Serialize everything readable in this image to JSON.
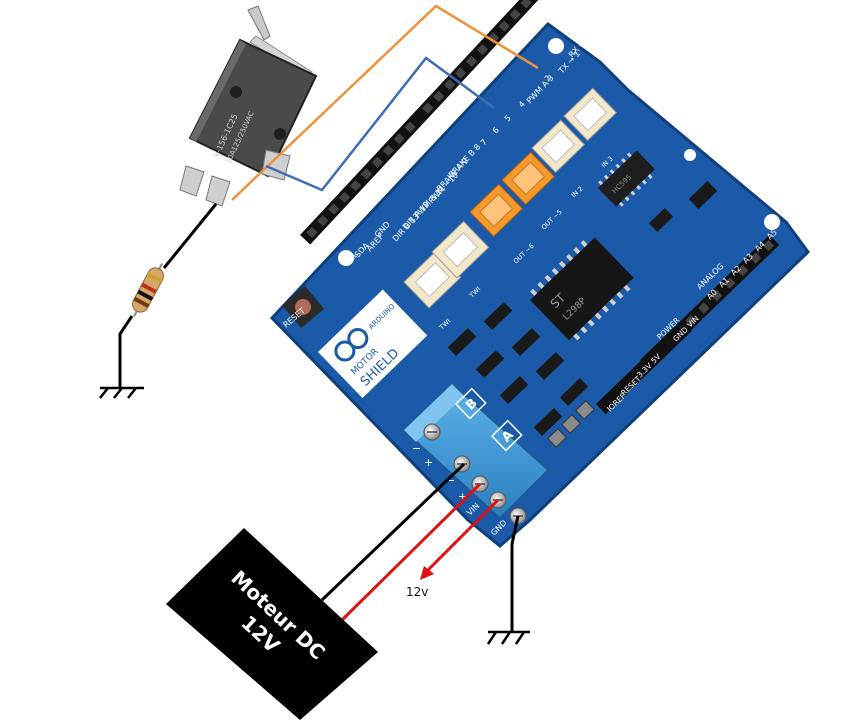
{
  "colors": {
    "board_blue": "#1a5aa8",
    "board_edge": "#0f3f7e",
    "wire_orange": "#f0923c",
    "wire_blue": "#3e6db5",
    "wire_black": "#000000",
    "wire_red": "#e01010",
    "terminal_blue": "#3a95d6",
    "connector_orange": "#f59a2a",
    "connector_cream": "#f2e7c9",
    "switch_body": "#4a4a4a",
    "resistor_body": "#d8a66a"
  },
  "microswitch": {
    "marking_line1": "V-156-1C25",
    "marking_line2": "10A125/250VAC"
  },
  "shield": {
    "logo_text": "ARDUINO",
    "title_line1": "MOTOR",
    "title_line2": "SHIELD",
    "reset_label": "RESET",
    "pin_labels": {
      "rx": "RX ← 0",
      "tx": "TX → 1",
      "d2": "2",
      "pwm3": "PWM A 3",
      "d4": "4",
      "d5": "5",
      "d6": "6",
      "d7": "7",
      "brake_b": "BRAKE B 8",
      "brake_a": "BRAKE A 9",
      "pwm10": "PWM ~10",
      "pwm11": "PWM B 11",
      "dir_a": "DIR A 12",
      "dir_b": "DIR B 13",
      "gnd": "GND",
      "aref": "AREF",
      "sda": "SDA",
      "scl": "SCL"
    },
    "connector_labels": {
      "out5": "OUT ~5",
      "out6": "OUT ~6",
      "in2": "IN 2",
      "in3": "IN 3",
      "twi1": "TWI",
      "twi2": "TWI"
    },
    "analog_labels": {
      "title": "ANALOG",
      "a0": "A0",
      "a1": "A1",
      "a2": "A2",
      "a3": "A3",
      "a4": "A4",
      "a5": "A5"
    },
    "power_labels": {
      "title": "POWER",
      "vin": "VIN",
      "gnd": "GND",
      "v5": "5V",
      "v33": "3.3V",
      "reset": "RESET",
      "ioref": "IOREF"
    },
    "chip_lines": [
      "ST",
      "L298P"
    ],
    "ic_small_text": "HC595",
    "channel_b": "B",
    "channel_a": "A",
    "terminal_labels": {
      "minus_b": "−",
      "plus_b": "+",
      "minus_a": "−",
      "plus_a": "+",
      "vin": "VIN",
      "gnd": "GND"
    }
  },
  "motor": {
    "line1": "Moteur DC",
    "line2": "12V"
  },
  "voltage_label": "12v"
}
